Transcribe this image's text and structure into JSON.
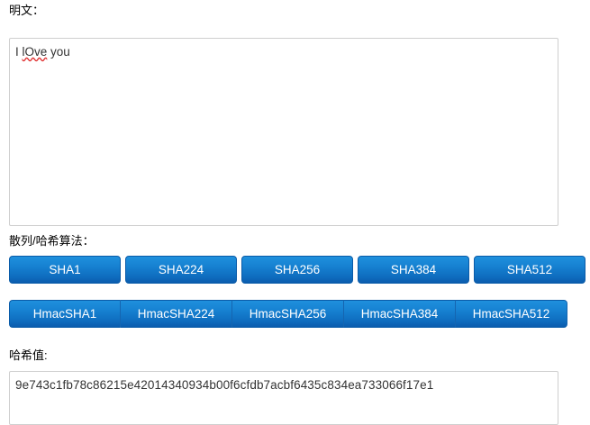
{
  "plaintext": {
    "label": "明文：",
    "value_prefix": "I ",
    "value_misspelled": "lOve",
    "value_suffix": " you",
    "full_value": "I lOve you"
  },
  "algorithm": {
    "label": "散列/哈希算法：",
    "sha_buttons": [
      {
        "label": "SHA1"
      },
      {
        "label": "SHA224"
      },
      {
        "label": "SHA256"
      },
      {
        "label": "SHA384"
      },
      {
        "label": "SHA512"
      }
    ],
    "hmac_buttons": [
      {
        "label": "HmacSHA1"
      },
      {
        "label": "HmacSHA224"
      },
      {
        "label": "HmacSHA256"
      },
      {
        "label": "HmacSHA384"
      },
      {
        "label": "HmacSHA512"
      }
    ]
  },
  "hash_result": {
    "label": "哈希值:",
    "value": "9e743c1fb78c86215e42014340934b00f6cfdb7acbf6435c834ea733066f17e1"
  },
  "colors": {
    "button_top": "#1f90dd",
    "button_bottom": "#0b5cae",
    "button_border": "#0a5ba8",
    "button_text": "#ffffff",
    "input_border": "#cfcfcf",
    "spellcheck_underline": "#e03030",
    "page_background": "#ffffff"
  }
}
